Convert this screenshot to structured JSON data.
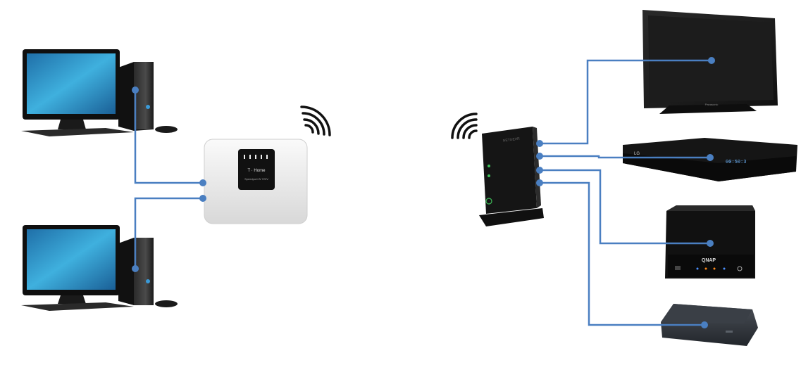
{
  "router": {
    "brand": "T · Home",
    "model": "Speedport W 722V"
  },
  "repeater": {
    "brand": "NETGEAR"
  },
  "bluray": {
    "display": "00:50:3",
    "brand": "LG"
  },
  "nas": {
    "brand": "QNAP"
  },
  "tv": {
    "brand": "Panasonic"
  },
  "colors": {
    "cable": "#4a7fc1",
    "signal": "#111111",
    "screen_blue": "#2b8fc4"
  }
}
